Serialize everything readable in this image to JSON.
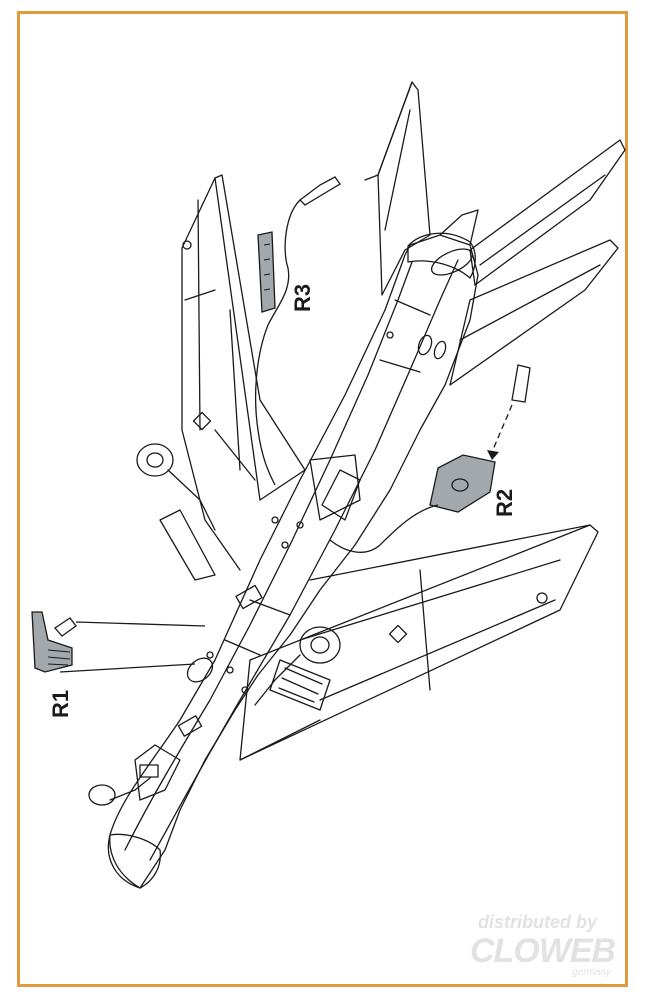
{
  "callouts": {
    "r1": "R1",
    "r2": "R2",
    "r3": "R3"
  },
  "watermark": {
    "line1": "distributed by",
    "line2": "CLOWEB",
    "line3": "germany"
  },
  "colors": {
    "frame": "#e09a3a",
    "line": "#1a1a1a",
    "part_fill": "#a3a8ad",
    "watermark": "#e2e2e2"
  }
}
